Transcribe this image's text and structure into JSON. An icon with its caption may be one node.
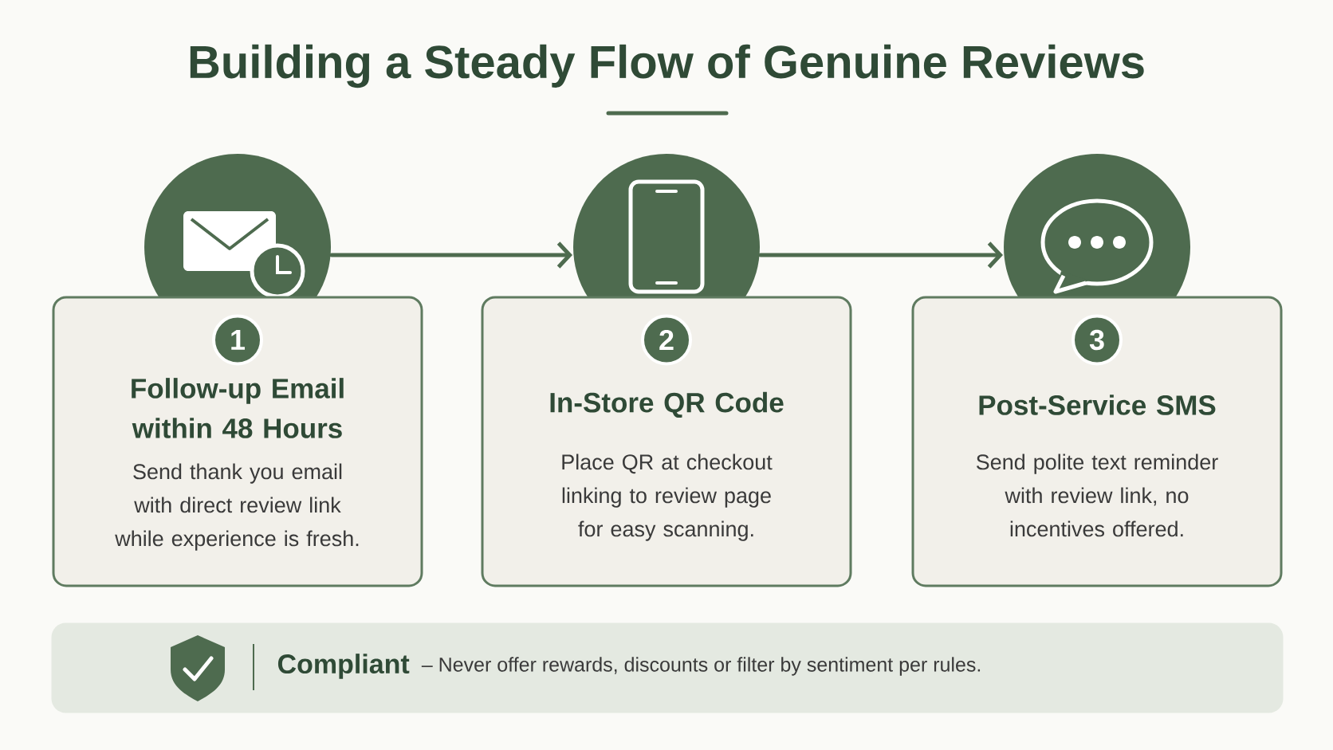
{
  "diagram": {
    "title": "Building a Steady Flow of Genuine Reviews",
    "nodes": [
      {
        "text": [],
        "shape": "circle"
      },
      {
        "text": [
          "1"
        ],
        "in": 2
      },
      {
        "text": [
          "Follow-up Email within 48 Hours",
          "Send thank you email with direct review link while experience is fresh."
        ]
      },
      {
        "text": [],
        "shape": "circle"
      },
      {
        "text": [
          "2"
        ],
        "in": 5
      },
      {
        "text": [
          "In-Store QR Code",
          "Place QR at checkout linking to review page for easy scanning."
        ]
      },
      {
        "text": [],
        "shape": "circle"
      },
      {
        "text": [
          "3"
        ],
        "in": 8
      },
      {
        "text": [
          "Post-Service SMS",
          "Send polite text reminder with review link, no incentives offered."
        ]
      },
      {
        "text": [
          "Compliant",
          "– Never offer rewards, discounts or filter by sentiment per rules."
        ]
      }
    ],
    "edges": [
      {
        "from": 0,
        "to": 3,
        "arrow": "to"
      },
      {
        "from": 3,
        "to": 6,
        "arrow": "to"
      }
    ]
  }
}
